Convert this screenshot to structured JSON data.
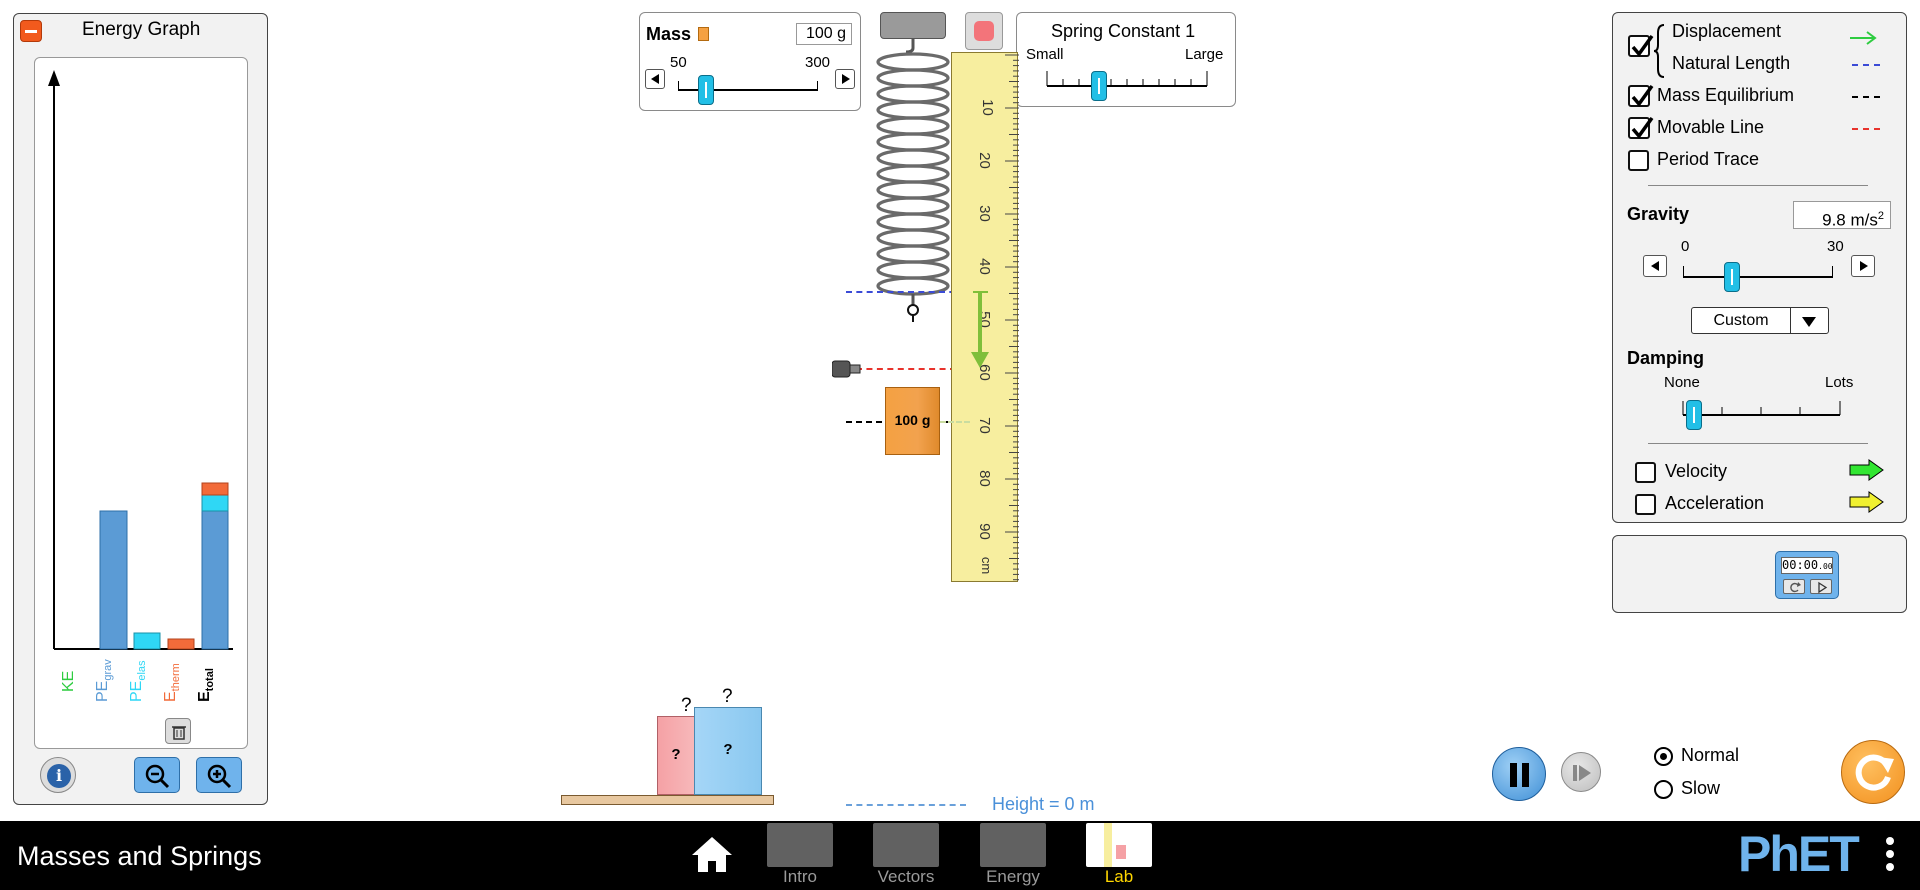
{
  "sim": {
    "title": "Masses and Springs"
  },
  "energy_graph": {
    "title": "Energy Graph",
    "labels": {
      "ke": "KE",
      "pe_grav_main": "PE",
      "pe_grav_sub": "grav",
      "pe_elas_main": "PE",
      "pe_elas_sub": "elas",
      "e_therm_main": "E",
      "e_therm_sub": "therm",
      "e_total_main": "E",
      "e_total_sub": "total"
    },
    "colors": {
      "ke": "#2ecc40",
      "pe_grav": "#5b9bd5",
      "pe_elas": "#2fd7f5",
      "e_therm": "#f26b3a",
      "e_total": "#000000"
    }
  },
  "mass_panel": {
    "label": "Mass",
    "value": "100 g",
    "min": "50",
    "max": "300",
    "level": 0.2
  },
  "spring_panel": {
    "label": "Spring Constant 1",
    "min": "Small",
    "max": "Large",
    "level": 0.35
  },
  "ruler": {
    "ticks": [
      "10",
      "20",
      "30",
      "40",
      "50",
      "60",
      "70",
      "80",
      "90"
    ],
    "unit": "cm"
  },
  "mass_block": {
    "label": "100 g"
  },
  "mystery": {
    "q": "?"
  },
  "height_line": {
    "label": "Height = 0 m"
  },
  "options": {
    "displacement": "Displacement",
    "natural_length": "Natural Length",
    "mass_equilibrium": "Mass Equilibrium",
    "movable_line": "Movable Line",
    "period_trace": "Period Trace"
  },
  "gravity": {
    "label": "Gravity",
    "value": "9.8 m/s",
    "sup": "2",
    "min": "0",
    "max": "30",
    "preset": "Custom",
    "level": 0.33
  },
  "damping": {
    "label": "Damping",
    "min": "None",
    "max": "Lots",
    "level": 0.05
  },
  "vectors": {
    "velocity": "Velocity",
    "acceleration": "Acceleration"
  },
  "timer": {
    "display": "00:00",
    "display_small": ".00"
  },
  "speed": {
    "normal": "Normal",
    "slow": "Slow"
  },
  "tabs": [
    {
      "label": "Intro"
    },
    {
      "label": "Vectors"
    },
    {
      "label": "Energy"
    },
    {
      "label": "Lab"
    }
  ],
  "brand": {
    "logo": "PhET"
  }
}
